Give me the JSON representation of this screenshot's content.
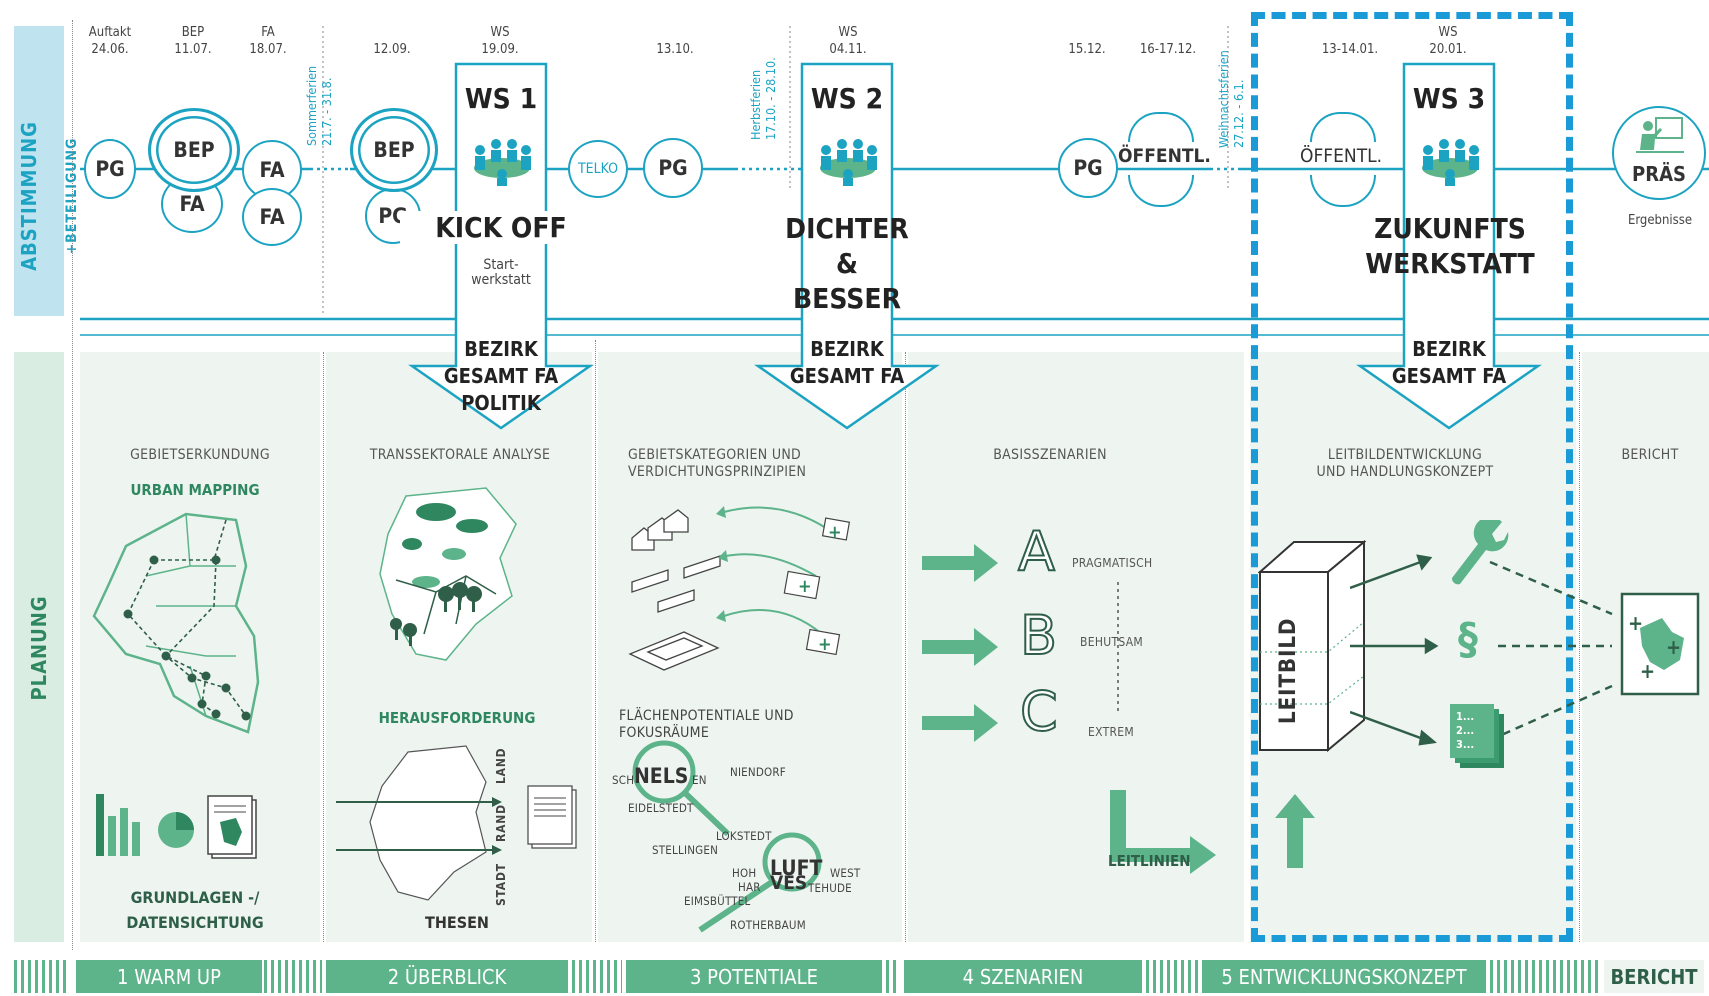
{
  "sidebar": {
    "top_label": "ABSTIMMUNG",
    "top_sub": "+BETEILIGUNG",
    "bottom_label": "PLANUNG"
  },
  "timeline": {
    "dates": {
      "d1": "Auftakt\n24.06.",
      "d2": "BEP\n11.07.",
      "d3": "FA\n18.07.",
      "d4": "12.09.",
      "d5": "WS\n19.09.",
      "d6": "13.10.",
      "d7": "WS\n04.11.",
      "d8": "15.12.",
      "d9": "16-17.12.",
      "d10": "13-14.01.",
      "d11": "WS\n20.01."
    },
    "holidays": {
      "summer": "Sommerferien\n21.7. - 31.8.",
      "autumn": "Herbstferien\n17.10. - 28.10.",
      "winter": "Weihnachtsferien\n27.12. - 6.1."
    },
    "nodes": {
      "pg1": "PG",
      "bep1": "BEP",
      "fa1": "FA",
      "fa_a": "FA",
      "fa_b": "FA",
      "bep2": "BEP",
      "pg2": "PG",
      "telko": "TELKO",
      "pg3": "PG",
      "pg4": "PG",
      "oeff1": "ÖFFENTL.",
      "oeff2": "ÖFFENTL.",
      "praes": "PRÄS",
      "praes_sub": "Ergebnisse"
    }
  },
  "workshops": {
    "ws1": {
      "title": "WS 1",
      "big": "KICK OFF",
      "sub": "Start-\nwerkstatt",
      "arrow": "BEZIRK\nGESAMT FA\nPOLITIK"
    },
    "ws2": {
      "title": "WS 2",
      "big": "DICHTER\n&\nBESSER",
      "arrow": "BEZIRK\nGESAMT FA"
    },
    "ws3": {
      "title": "WS 3",
      "big": "ZUKUNFTS\nWERKSTATT",
      "arrow": "BEZIRK\nGESAMT FA"
    }
  },
  "phases": {
    "p1": {
      "title": "GEBIETSERKUNDUNG",
      "top": "URBAN MAPPING",
      "bottom": "GRUNDLAGEN -/\nDATENSICHTUNG"
    },
    "p2": {
      "title": "TRANSSEKTORALE ANALYSE",
      "mid": "HERAUSFORDERUNG",
      "bottom": "THESEN",
      "land": "LAND",
      "rand": "RAND",
      "stadt": "STADT"
    },
    "p3": {
      "title": "GEBIETSKATEGORIEN UND\nVERDICHTUNGSPRINZIPIEN",
      "mid": "FLÄCHENPOTENTIALE UND\nFOKUSRÄUME",
      "places": {
        "sch": "SCH",
        "nels": "NELS",
        "en": "EN",
        "niendorf": "NIENDORF",
        "eidelstedt": "EIDELSTEDT",
        "lokstedt": "LOKSTEDT",
        "stellingen": "STELLINGEN",
        "hoh": "HOH",
        "luft": "LUFT",
        "west": "WEST",
        "har": "HAR",
        "ves": "VES",
        "tehude": "TEHUDE",
        "eimsbuettel": "EIMSBÜTTEL",
        "rotherbaum": "ROTHERBAUM"
      }
    },
    "p4": {
      "title": "BASISSZENARIEN",
      "a": "A",
      "a_lbl": "PRAGMATISCH",
      "b": "B",
      "b_lbl": "BEHUTSAM",
      "c": "C",
      "c_lbl": "EXTREM",
      "leit": "LEITLINIEN"
    },
    "p5": {
      "title": "LEITBILDENTWICKLUNG\nUND HANDLUNGSKONZEPT",
      "leitbild": "LEITBILD",
      "para": "§",
      "list": "1...\n2...\n3..."
    },
    "p6": {
      "title": "BERICHT"
    }
  },
  "bottom_bar": {
    "s1": "1 WARM UP",
    "s2": "2 ÜBERBLICK",
    "s3": "3 POTENTIALE",
    "s4": "4 SZENARIEN",
    "s5": "5 ENTWICKLUNGSKONZEPT",
    "s6": "BERICHT"
  },
  "colors": {
    "blue": "#1ca3c2",
    "green": "#5db38a",
    "dark_green": "#2f8760",
    "panel": "#eef5f1"
  }
}
